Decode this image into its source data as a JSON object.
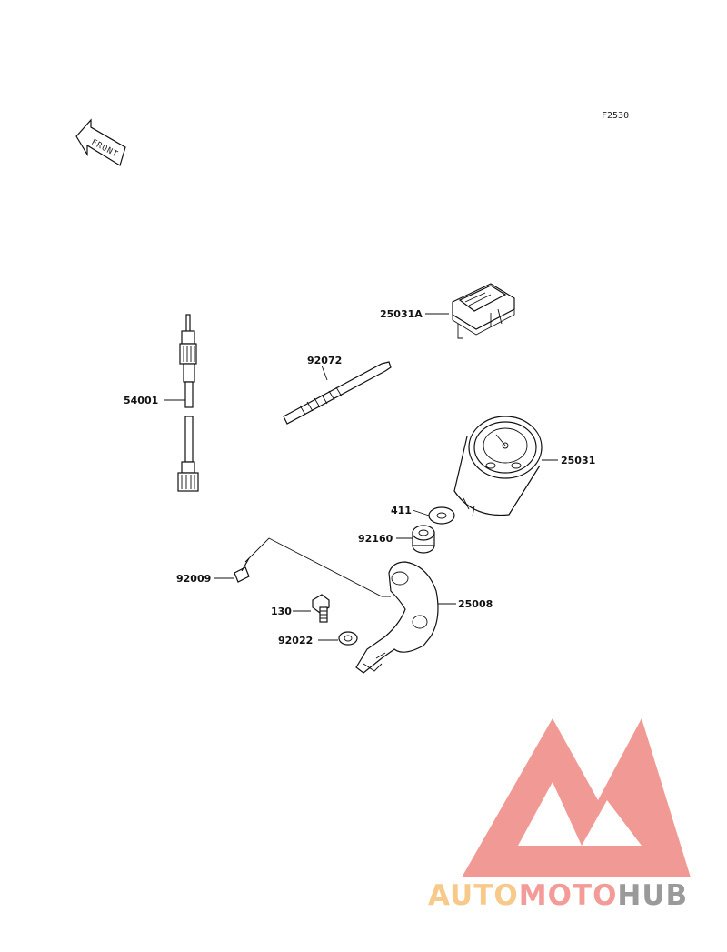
{
  "figure_ref": "F2530",
  "front_label": "FRONT",
  "parts": [
    {
      "id": "25031A"
    },
    {
      "id": "92072"
    },
    {
      "id": "54001"
    },
    {
      "id": "25031"
    },
    {
      "id": "411"
    },
    {
      "id": "92160"
    },
    {
      "id": "92009"
    },
    {
      "id": "25008"
    },
    {
      "id": "130"
    },
    {
      "id": "92022"
    }
  ],
  "watermark": {
    "auto": "AUTO",
    "moto": "MOTO",
    "hub": "HUB",
    "colors": {
      "auto": "#f7c98a",
      "moto": "#f39b98",
      "hub": "#9a9a9a",
      "logo": "#f08e8a"
    }
  }
}
